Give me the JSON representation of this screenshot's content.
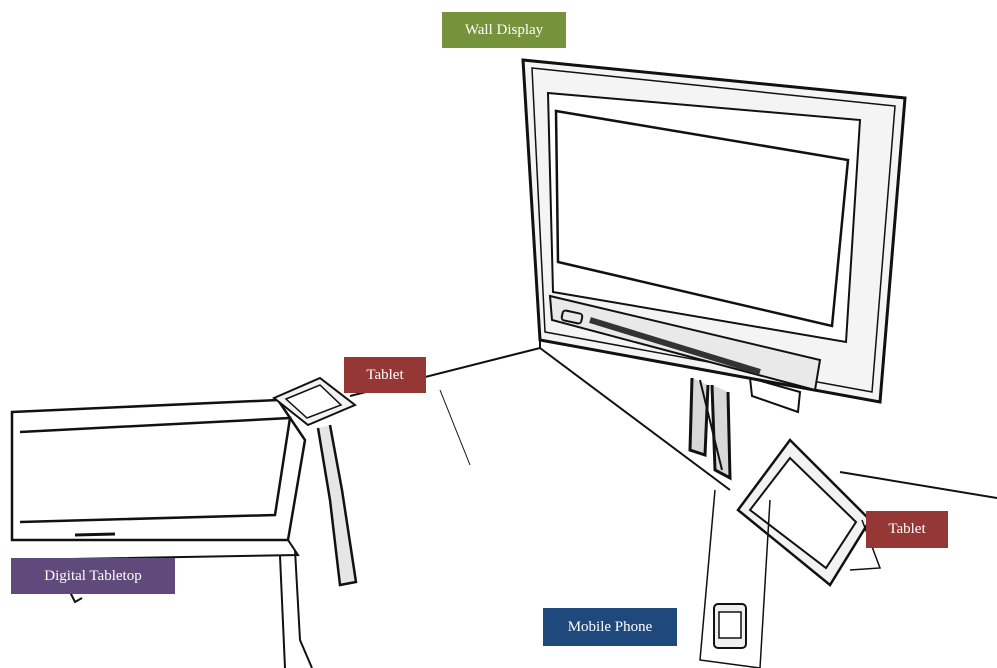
{
  "labels": {
    "wall_display": "Wall Display",
    "tablet_left": "Tablet",
    "tablet_right": "Tablet",
    "digital_tabletop": "Digital Tabletop",
    "mobile_phone": "Mobile Phone"
  },
  "colors": {
    "wall_display": "#76933c",
    "tablet": "#953735",
    "digital_tabletop": "#604a7b",
    "mobile_phone": "#1f497d"
  }
}
